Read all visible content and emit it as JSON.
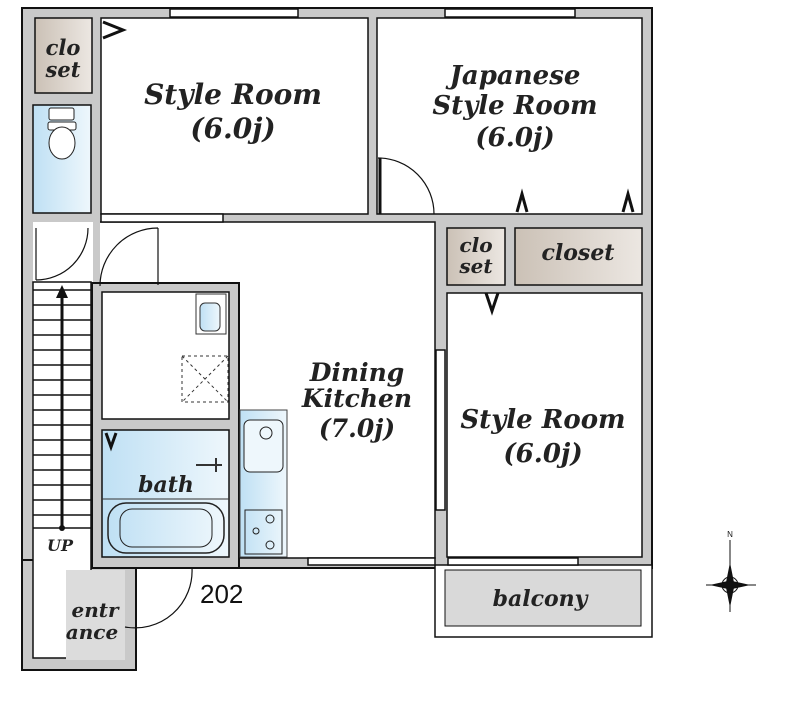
{
  "unit_number": "202",
  "rooms": {
    "style_room_1": {
      "name": "Style Room",
      "size": "(6.0j)"
    },
    "japanese_room": {
      "line1": "Japanese",
      "line2": "Style Room",
      "size": "(6.0j)"
    },
    "style_room_2": {
      "name": "Style Room",
      "size": "(6.0j)"
    },
    "dining_kitchen": {
      "line1": "Dining",
      "line2": "Kitchen",
      "size": "(7.0j)"
    },
    "closet_top_left": {
      "line1": "clo",
      "line2": "set"
    },
    "closet_small": {
      "line1": "clo",
      "line2": "set"
    },
    "closet_large": {
      "name": "closet"
    },
    "bath": {
      "name": "bath"
    },
    "entrance": {
      "line1": "entr",
      "line2": "ance"
    },
    "balcony": {
      "name": "balcony"
    }
  },
  "stairs": {
    "label": "UP"
  },
  "compass": {
    "label": "N"
  },
  "colors": {
    "wall": "#c9c9c9",
    "wet_area": "#cfe6f5",
    "closet": "#d6cec6",
    "balcony": "#d9d9d9"
  }
}
